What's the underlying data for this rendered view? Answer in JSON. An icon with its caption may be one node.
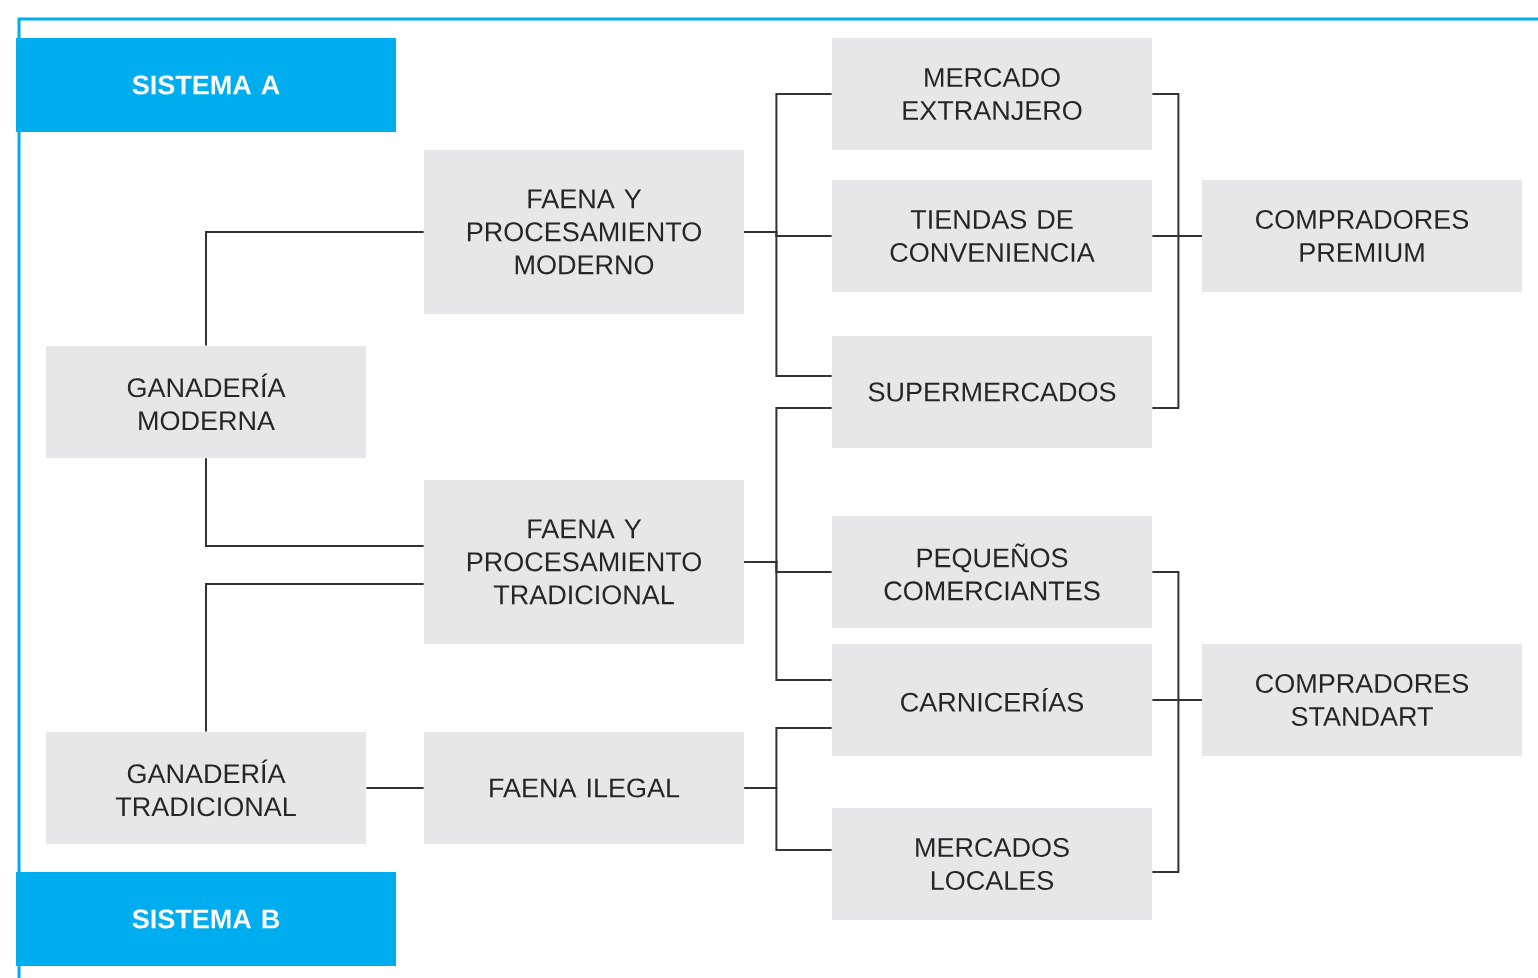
{
  "diagram": {
    "nodes": [
      {
        "text": [
          "SISTEMA A"
        ]
      },
      {
        "text": [
          "FAENA Y PROCESAMIENTO MODERNO"
        ]
      },
      {
        "text": [
          "GANADERÍA MODERNA"
        ]
      },
      {
        "text": [
          "FAENA Y PROCESAMIENTO TRADICIONAL"
        ]
      },
      {
        "text": [
          "GANADERÍA TRADICIONAL"
        ]
      },
      {
        "text": [
          "FAENA ILEGAL"
        ]
      },
      {
        "text": [
          "MERCADO EXTRANJERO"
        ]
      },
      {
        "text": [
          "TIENDAS DE CONVENIENCIA"
        ]
      },
      {
        "text": [
          "SUPERMERCADOS"
        ]
      },
      {
        "text": [
          "PEQUEÑOS COMERCIANTES"
        ]
      },
      {
        "text": [
          "CARNICERÍAS"
        ]
      },
      {
        "text": [
          "MERCADOS LOCALES"
        ]
      },
      {
        "text": [
          "COMPRADORES PREMIUM"
        ]
      },
      {
        "text": [
          "COMPRADORES STANDART"
        ]
      },
      {
        "text": [
          "SISTEMA B"
        ]
      }
    ],
    "edges": [
      {
        "from": 2,
        "to": 1,
        "arrow": "none"
      },
      {
        "from": 2,
        "to": 3,
        "arrow": "none"
      },
      {
        "from": 4,
        "to": 3,
        "arrow": "none"
      },
      {
        "from": 4,
        "to": 5,
        "arrow": "none"
      },
      {
        "from": 1,
        "to": 6,
        "arrow": "none"
      },
      {
        "from": 1,
        "to": 7,
        "arrow": "none"
      },
      {
        "from": 1,
        "to": 8,
        "arrow": "none"
      },
      {
        "from": 3,
        "to": 8,
        "arrow": "none"
      },
      {
        "from": 3,
        "to": 9,
        "arrow": "none"
      },
      {
        "from": 3,
        "to": 10,
        "arrow": "none"
      },
      {
        "from": 5,
        "to": 10,
        "arrow": "none"
      },
      {
        "from": 5,
        "to": 11,
        "arrow": "none"
      },
      {
        "from": 6,
        "to": 12,
        "arrow": "none"
      },
      {
        "from": 7,
        "to": 12,
        "arrow": "none"
      },
      {
        "from": 8,
        "to": 12,
        "arrow": "none"
      },
      {
        "from": 9,
        "to": 13,
        "arrow": "none"
      },
      {
        "from": 10,
        "to": 13,
        "arrow": "none"
      },
      {
        "from": 11,
        "to": 13,
        "arrow": "none"
      }
    ]
  }
}
